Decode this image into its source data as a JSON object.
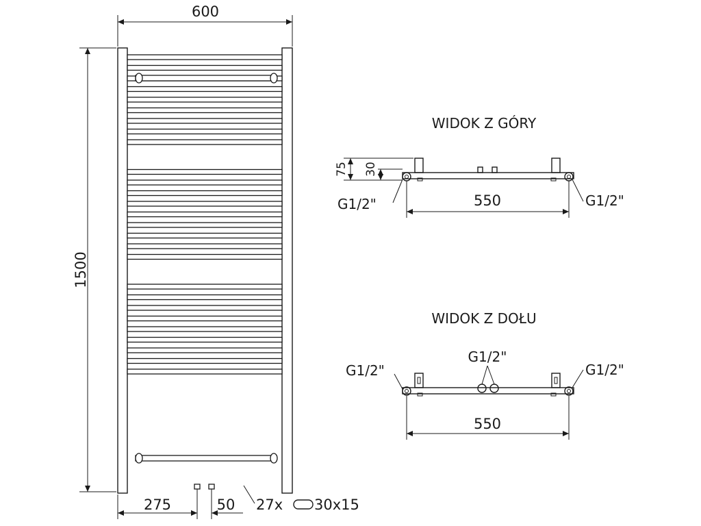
{
  "front_view": {
    "width_label": "600",
    "height_label": "1500",
    "left_offset_label": "275",
    "pipe_spacing_label": "50",
    "bars_label": "27x",
    "bar_profile_label": "30x15",
    "bar_count": 27
  },
  "top_view": {
    "title": "WIDOK Z GÓRY",
    "depth_label": "75",
    "pipe_depth_label": "30",
    "left_connection_label": "G1/2\"",
    "right_connection_label": "G1/2\"",
    "width_label": "550"
  },
  "bottom_view": {
    "title": "WIDOK Z DOŁU",
    "left_connection_label": "G1/2\"",
    "center_connection_label": "G1/2\"",
    "right_connection_label": "G1/2\"",
    "width_label": "550"
  },
  "colors": {
    "line": "#1a1a1a",
    "background": "#ffffff"
  }
}
